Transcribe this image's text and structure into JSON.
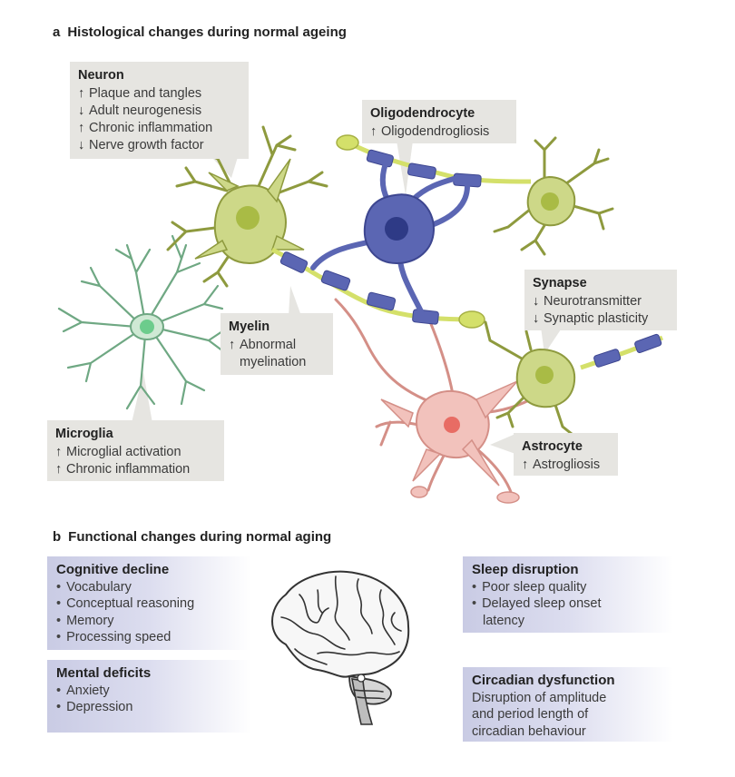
{
  "section_a": {
    "letter": "a",
    "title": "Histological changes during normal ageing",
    "labels": {
      "neuron": {
        "head": "Neuron",
        "items": [
          {
            "arrow": "↑",
            "text": "Plaque and tangles"
          },
          {
            "arrow": "↓",
            "text": "Adult neurogenesis"
          },
          {
            "arrow": "↑",
            "text": "Chronic inflammation"
          },
          {
            "arrow": "↓",
            "text": "Nerve growth factor"
          }
        ]
      },
      "oligodendrocyte": {
        "head": "Oligodendrocyte",
        "items": [
          {
            "arrow": "↑",
            "text": "Oligodendrogliosis"
          }
        ]
      },
      "synapse": {
        "head": "Synapse",
        "items": [
          {
            "arrow": "↓",
            "text": "Neurotransmitter"
          },
          {
            "arrow": "↓",
            "text": "Synaptic plasticity"
          }
        ]
      },
      "myelin": {
        "head": "Myelin",
        "items": [
          {
            "arrow": "↑",
            "text": "Abnormal"
          },
          {
            "arrow": "",
            "text": "myelination"
          }
        ]
      },
      "microglia": {
        "head": "Microglia",
        "items": [
          {
            "arrow": "↑",
            "text": "Microglial activation"
          },
          {
            "arrow": "↑",
            "text": "Chronic inflammation"
          }
        ]
      },
      "astrocyte": {
        "head": "Astrocyte",
        "items": [
          {
            "arrow": "↑",
            "text": "Astrogliosis"
          }
        ]
      }
    }
  },
  "section_b": {
    "letter": "b",
    "title": "Functional changes during normal aging",
    "cognitive": {
      "head": "Cognitive decline",
      "items": [
        "Vocabulary",
        "Conceptual reasoning",
        "Memory",
        "Processing speed"
      ]
    },
    "mental": {
      "head": "Mental deficits",
      "items": [
        "Anxiety",
        "Depression"
      ]
    },
    "sleep": {
      "head": "Sleep disruption",
      "items": [
        "Poor sleep quality",
        "Delayed sleep onset latency"
      ]
    },
    "circadian": {
      "head": "Circadian dysfunction",
      "lines": [
        "Disruption of amplitude",
        "and period length of",
        "circadian behaviour"
      ]
    }
  },
  "colors": {
    "neuron_fill": "#cdd888",
    "neuron_stroke": "#8e9a3e",
    "nucleus": "#a9bb45",
    "oligo_fill": "#5b66b3",
    "oligo_nucleus": "#2e3a86",
    "myelin": "#5b66b3",
    "node": "#d4e06a",
    "microglia_fill": "#cfe9d4",
    "microglia_stroke": "#6fa883",
    "microglia_nucleus": "#6ccc8c",
    "astro_fill": "#f2c2bc",
    "astro_stroke": "#d48f87",
    "astro_nucleus": "#e86c64",
    "box_bg": "#e6e5e1",
    "func_box": "#c9cbe4"
  }
}
